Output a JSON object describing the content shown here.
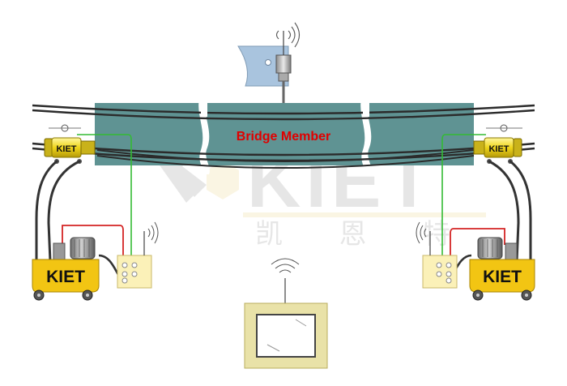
{
  "labels": {
    "bridge_member": "Bridge Member",
    "pump_brand_left": "KIET",
    "pump_brand_right": "KIET",
    "jack_brand_left": "KIET",
    "jack_brand_right": "KIET"
  },
  "watermark": {
    "logo_text": "KIET",
    "chinese_text": "凯 恩 特"
  },
  "colors": {
    "beam": "#5f9393",
    "tendon": "#2b2b2b",
    "pump_body": "#f2c513",
    "jack_body": "#efd51a",
    "controller_box": "#fbf1b8",
    "monitor_frame": "#e9e2a8",
    "signal_wire": "#33bb33",
    "power_wire": "#d42424",
    "hose": "#333333",
    "label_red": "#e00000",
    "sensor_mount": "#a9c4de"
  },
  "icons": {
    "antenna": "antenna-icon",
    "wireless_signal": "wifi-signal-icon",
    "motor": "motor-icon",
    "display": "monitor-icon"
  }
}
